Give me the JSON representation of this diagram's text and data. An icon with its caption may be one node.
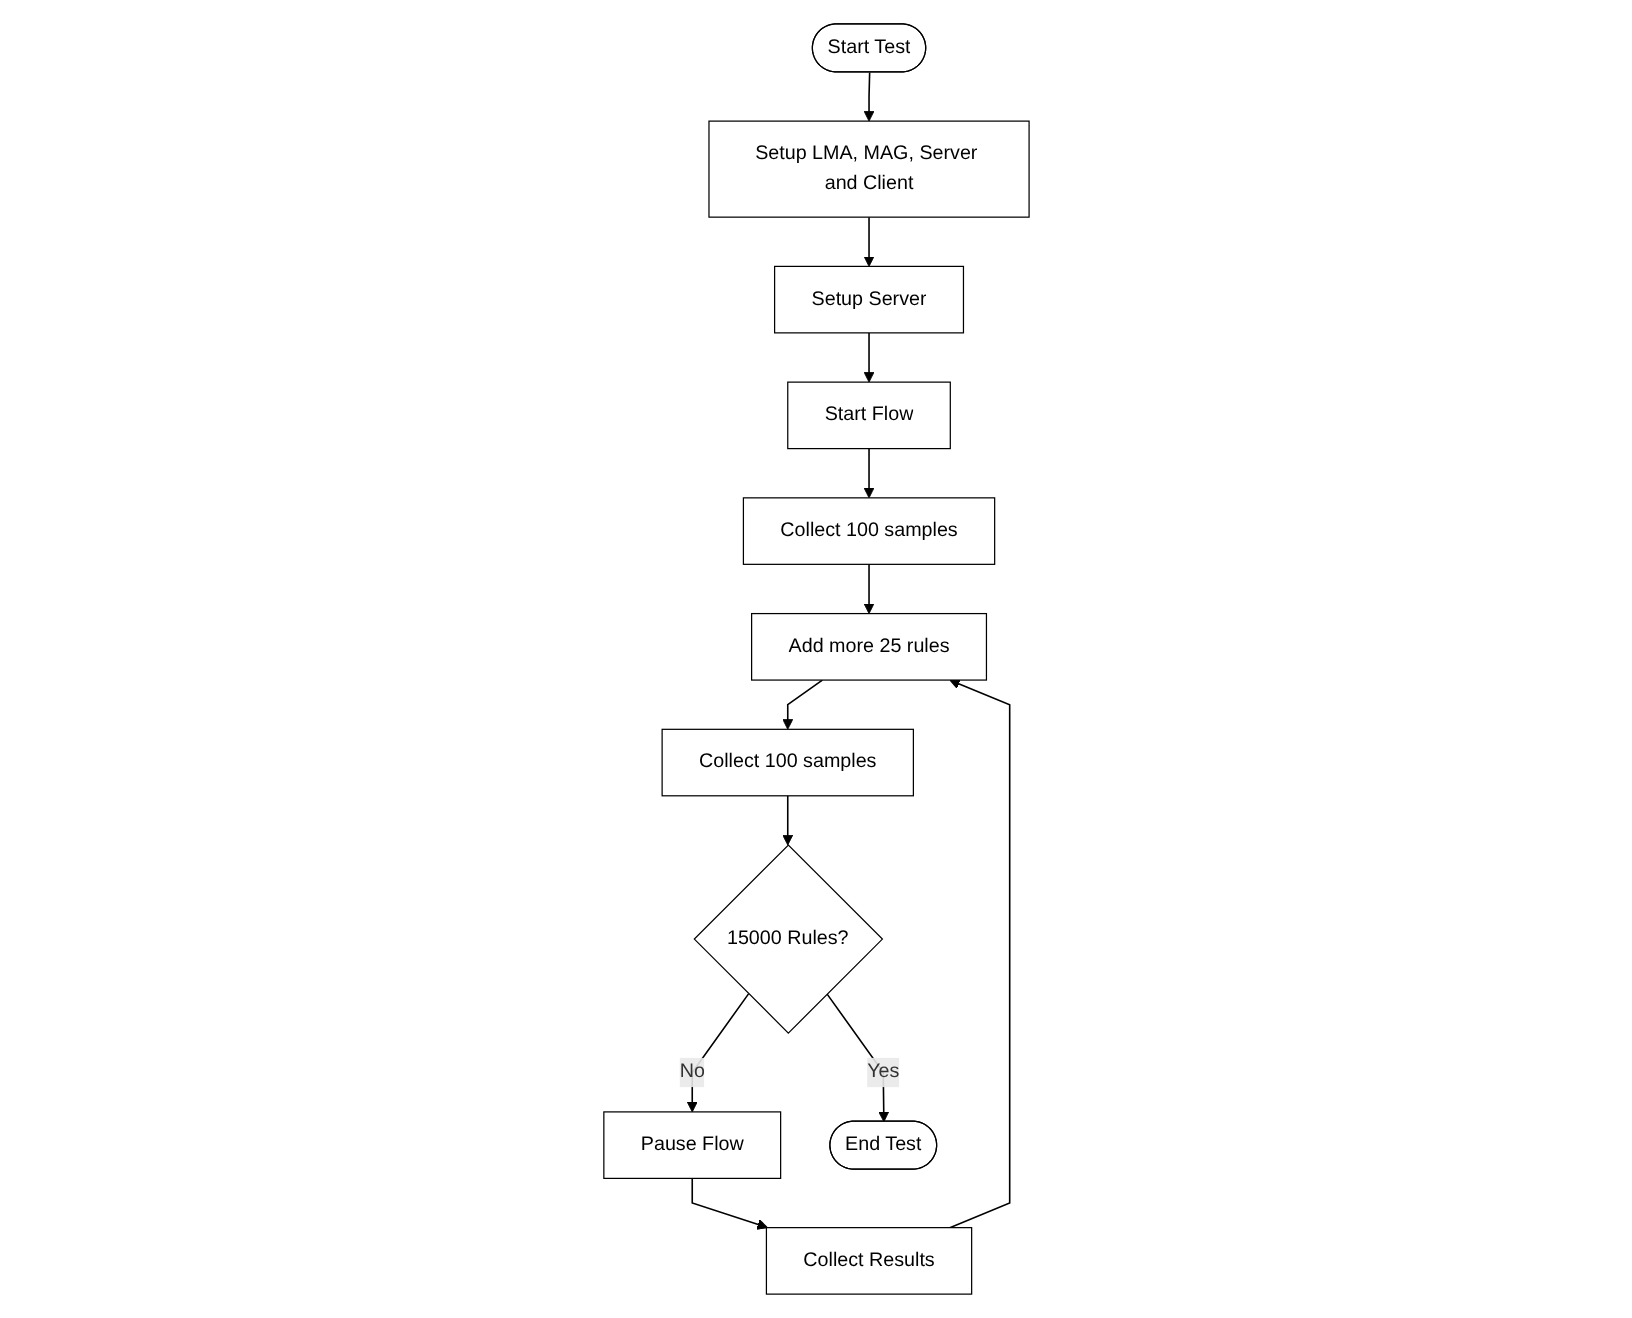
{
  "diagram": {
    "nodes": [
      {
        "text": [
          "Start Test"
        ]
      },
      {
        "text": [
          "Setup LMA, MAG, Server and Client"
        ]
      },
      {
        "text": [
          "Setup Server"
        ]
      },
      {
        "text": [
          "Start Flow"
        ]
      },
      {
        "text": [
          "Collect 100 samples"
        ]
      },
      {
        "text": [
          "Add more 25 rules"
        ]
      },
      {
        "text": [
          "Collect 100 samples"
        ]
      },
      {
        "text": [
          "15000 Rules?"
        ]
      },
      {
        "text": [
          "Pause Flow"
        ]
      },
      {
        "text": [
          "Collect Results"
        ]
      },
      {
        "text": [
          "End Test"
        ]
      }
    ],
    "edges": [
      {
        "from": 0,
        "to": 1,
        "arrow": "to"
      },
      {
        "from": 1,
        "to": 2,
        "arrow": "to"
      },
      {
        "from": 2,
        "to": 3,
        "arrow": "to"
      },
      {
        "from": 3,
        "to": 6,
        "arrow": "to"
      },
      {
        "from": 6,
        "to": 5,
        "arrow": "to"
      },
      {
        "from": 5,
        "to": 4,
        "arrow": "to"
      },
      {
        "from": 4,
        "to": 7,
        "arrow": "to"
      },
      {
        "from": 7,
        "to": 8,
        "arrow": "to",
        "label": "No"
      },
      {
        "from": 8,
        "to": 9,
        "arrow": "to"
      },
      {
        "from": 9,
        "to": 5,
        "arrow": "to"
      },
      {
        "from": 7,
        "to": 10,
        "arrow": "to",
        "label": "Yes"
      }
    ]
  }
}
